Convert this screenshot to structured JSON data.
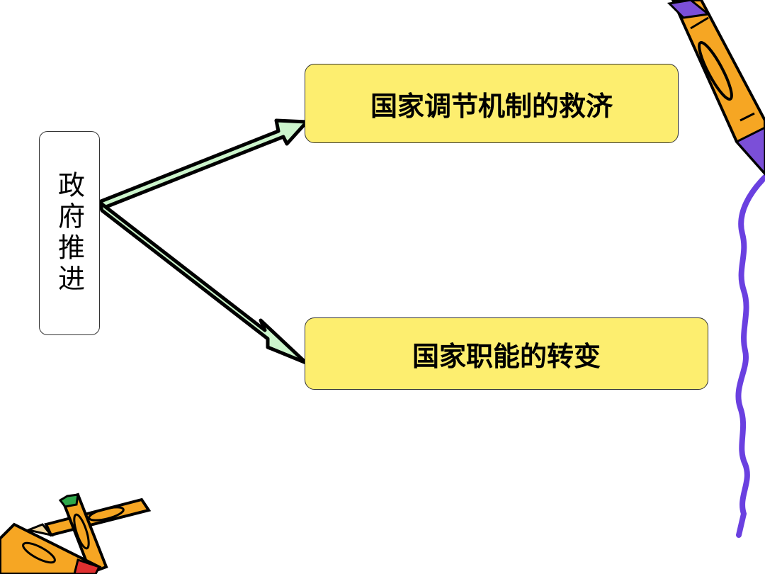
{
  "source": {
    "label": "政府推进"
  },
  "targets": [
    {
      "label": "国家调节机制的救济"
    },
    {
      "label": "国家职能的转变"
    }
  ],
  "colors": {
    "box_fill": "#fdee6f",
    "arrow_fill": "#ccf5cc",
    "squiggle": "#6a40e0",
    "pencil_body": "#f6a623",
    "pencil_tip_purple": "#7b4fd8"
  },
  "icons": [
    "pencil-icon",
    "pencils-cluster-icon",
    "squiggle-decoration"
  ]
}
